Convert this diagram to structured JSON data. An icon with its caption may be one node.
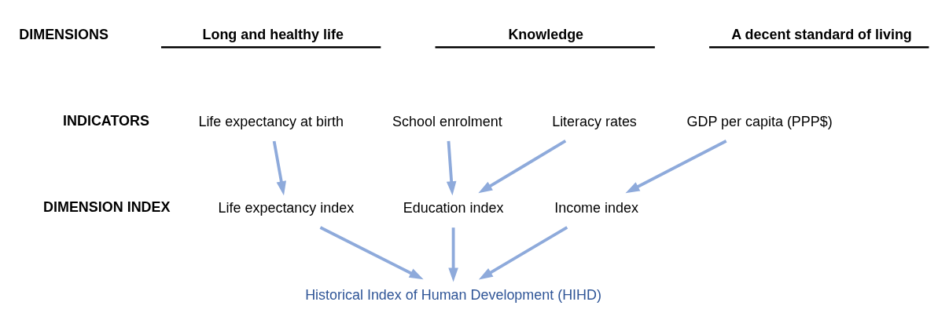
{
  "diagram": {
    "nodes": [
      {
        "text": [
          "Life expectancy at birth"
        ]
      },
      {
        "text": [
          "School enrolment"
        ]
      },
      {
        "text": [
          "Literacy rates"
        ]
      },
      {
        "text": [
          "GDP per capita (PPP$)"
        ]
      },
      {
        "text": [
          "Life expectancy index"
        ]
      },
      {
        "text": [
          "Education index"
        ]
      },
      {
        "text": [
          "Income index"
        ]
      },
      {
        "text": [
          "Historical Index of Human Development (HIHD)"
        ]
      }
    ],
    "edges": [
      {
        "from": 0,
        "to": 4,
        "arrow": "to"
      },
      {
        "from": 1,
        "to": 5,
        "arrow": "to"
      },
      {
        "from": 2,
        "to": 5,
        "arrow": "to"
      },
      {
        "from": 3,
        "to": 6,
        "arrow": "to"
      },
      {
        "from": 4,
        "to": 7,
        "arrow": "to"
      },
      {
        "from": 5,
        "to": 7,
        "arrow": "to"
      },
      {
        "from": 6,
        "to": 7,
        "arrow": "to"
      }
    ],
    "labels": [
      "DIMENSIONS",
      "Long and healthy life",
      "Knowledge",
      "A decent standard of living",
      "INDICATORS",
      "DIMENSION INDEX"
    ]
  }
}
